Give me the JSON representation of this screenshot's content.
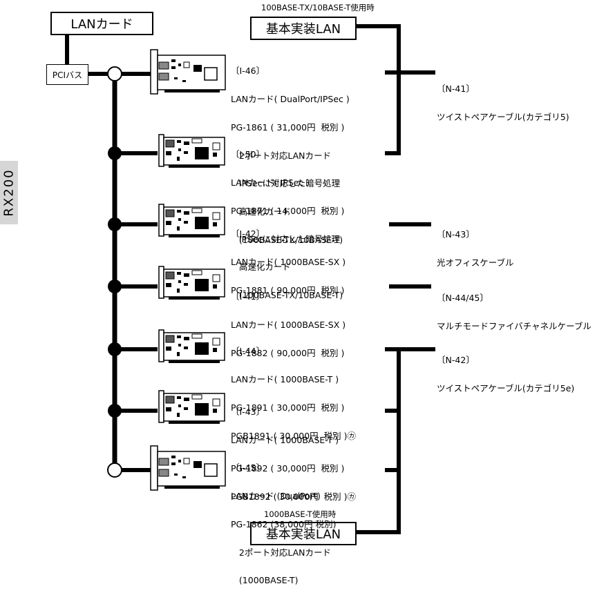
{
  "side_tab": "RX200",
  "lan_card_label": "LANカード",
  "pci_bus_label": "PCIバス",
  "top_lan": {
    "caption": "100BASE-TX/10BASE-T使用時",
    "label": "基本実装LAN"
  },
  "bottom_lan": {
    "caption": "1000BASE-T使用時",
    "label": "基本実装LAN"
  },
  "cards": [
    {
      "lines": [
        "〔I-46〕",
        "LANカード( DualPort/IPSec )",
        "PG-1861 ( 31,000円  税別 )",
        "   2ポート対応LANカード",
        "   IPSecに対応した暗号処理",
        "   高速化カード",
        "   (100BASE-TX/10BASE-T)"
      ]
    },
    {
      "lines": [
        "〔I-50〕",
        "LANカード( IPSec )",
        "PG-1871 ( 14,000円  税別 )",
        "   IPSecに対応した暗号処理",
        "   高速化カード",
        "   (100BASE-TX/10BASE-T)"
      ]
    },
    {
      "lines": [
        "〔I-42〕",
        "LANカード( 1000BASE-SX )",
        "PG-1881 ( 90,000円  税別 )"
      ]
    },
    {
      "lines": [
        "〔I-41〕",
        "LANカード( 1000BASE-SX )",
        "PG-1882 ( 90,000円  税別 )"
      ]
    },
    {
      "lines": [
        "〔I-44〕",
        "LANカード( 1000BASE-T )",
        "PG-1891 ( 30,000円  税別 )",
        "PGB1891 ( 30,000円  税別 )㋕"
      ]
    },
    {
      "lines": [
        "〔I-43〕",
        "LANカード( 1000BASE-T )",
        "PG-1892 ( 30,000円  税別 )",
        "PGB1892 ( 30,000円  税別 )㋕"
      ]
    },
    {
      "lines": [
        "〔I-45〕",
        "LANカード (DualPort)",
        "PG-1862 (38,000円 税別)",
        "   2ポート対応LANカード",
        "   (1000BASE-T)"
      ]
    }
  ],
  "networks": [
    {
      "lines": [
        "〔N-41〕",
        "ツイストペアケーブル(カテゴリ5)"
      ]
    },
    {
      "lines": [
        "〔N-43〕",
        "光オフィスケーブル"
      ]
    },
    {
      "lines": [
        "〔N-44/45〕",
        "マルチモードファイバチャネルケーブル"
      ]
    },
    {
      "lines": [
        "〔N-42〕",
        "ツイストペアケーブル(カテゴリ5e)"
      ]
    }
  ]
}
